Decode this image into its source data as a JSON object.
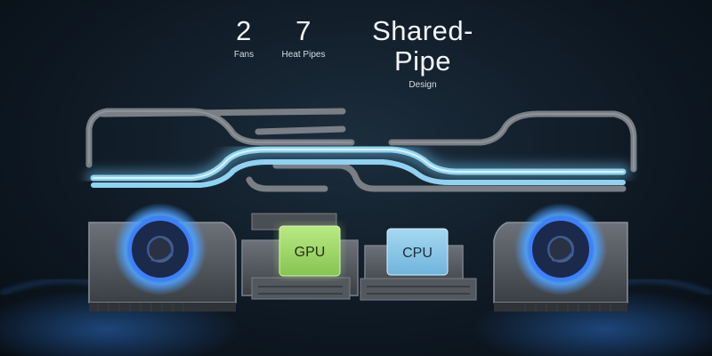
{
  "stats": [
    {
      "value": "2",
      "label": "Fans"
    },
    {
      "value": "7",
      "label": "Heat Pipes"
    },
    {
      "value": "Shared-Pipe",
      "label": "Design"
    }
  ],
  "chips": {
    "gpu": {
      "label": "GPU",
      "color": "#9fd86a"
    },
    "cpu": {
      "label": "CPU",
      "color": "#8ec9ea"
    }
  },
  "colors": {
    "background": "#0f1a25",
    "heat_pipe_glow": "#8fd3f0",
    "fan_glow": "#2f7dff",
    "metal": "#5a5f66"
  }
}
